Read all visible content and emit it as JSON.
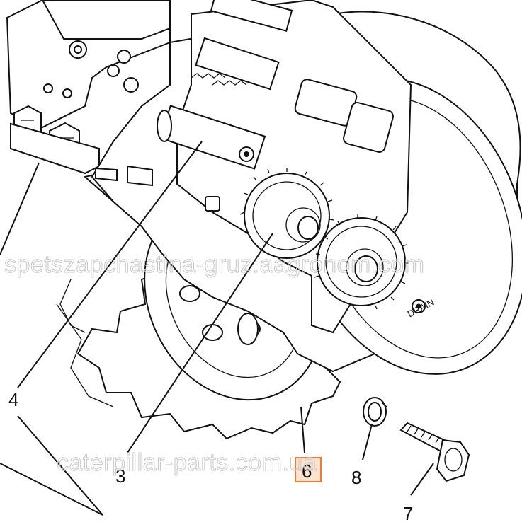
{
  "diagram": {
    "callouts": [
      {
        "id": "4",
        "text": "4"
      },
      {
        "id": "3",
        "text": "3"
      },
      {
        "id": "6",
        "text": "6",
        "highlighted": true
      },
      {
        "id": "8",
        "text": "8"
      },
      {
        "id": "7",
        "text": "7"
      }
    ],
    "part_marking": "DRAIN",
    "watermarks": [
      "spetszapchastina-gruz.aagronom.com",
      "caterpillar-parts.com.ua"
    ],
    "colors": {
      "highlight_border": "#f07a30",
      "highlight_fill": "#fde2cf",
      "line": "#111111",
      "watermark": "#c8c8c8"
    }
  }
}
